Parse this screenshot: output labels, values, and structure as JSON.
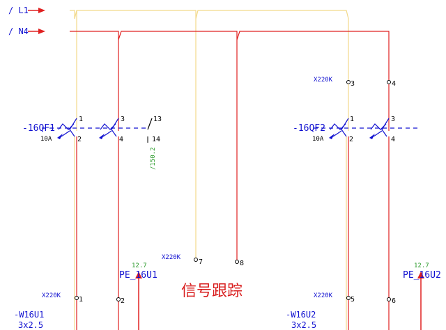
{
  "colors": {
    "l1_wire": "#f2d98a",
    "n4_wire": "#e02020",
    "label_blue": "#1010d0",
    "terminal_black": "#000000",
    "ref_green": "#2a9a2a",
    "watermark_red": "#d81c1c"
  },
  "rails": {
    "l1": "/ L1",
    "n4": "/ N4"
  },
  "breaker1": {
    "tag": "-16QF1",
    "rating": "10A",
    "t1": "1",
    "t2": "2",
    "t3": "3",
    "t4": "4",
    "aux_top": "13",
    "aux_bottom": "14",
    "aux_ref": "/150.2"
  },
  "breaker2": {
    "tag": "-16QF2",
    "rating": "10A",
    "t1": "1",
    "t2": "2",
    "t3": "3",
    "t4": "4"
  },
  "connectors": {
    "x220k_label": "X220K",
    "top_right": [
      "3",
      "4"
    ],
    "middle": [
      "7",
      "8"
    ],
    "bottom_left": [
      "1",
      "2"
    ],
    "bottom_right": [
      "5",
      "6"
    ]
  },
  "pe": {
    "left_ref": "12.7",
    "left_label": "PE_16U1",
    "right_ref": "12.7",
    "right_label": "PE_16U2"
  },
  "cables": {
    "left_tag": "-W16U1",
    "left_spec": "3x2.5",
    "right_tag": "-W16U2",
    "right_spec": "3x2.5"
  },
  "watermark": "信号跟踪"
}
